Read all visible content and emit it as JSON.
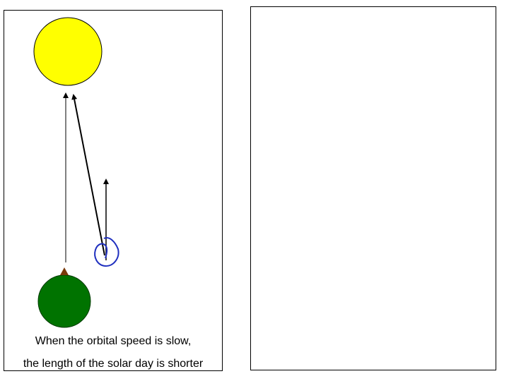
{
  "caption": {
    "line1": "When the orbital speed is slow,",
    "line2": "the length of the solar day is shorter"
  },
  "colors": {
    "sun_fill": "#ffff00",
    "earth_fill": "#007300",
    "observer_marker": "#7a3a0a",
    "moon_orbit_stroke": "#1f2fbf",
    "arrow_stroke": "#000000"
  },
  "icons": {
    "sun": "sun-circle",
    "earth": "earth-circle",
    "observer": "observer-triangle",
    "loop": "orbit-loop"
  }
}
